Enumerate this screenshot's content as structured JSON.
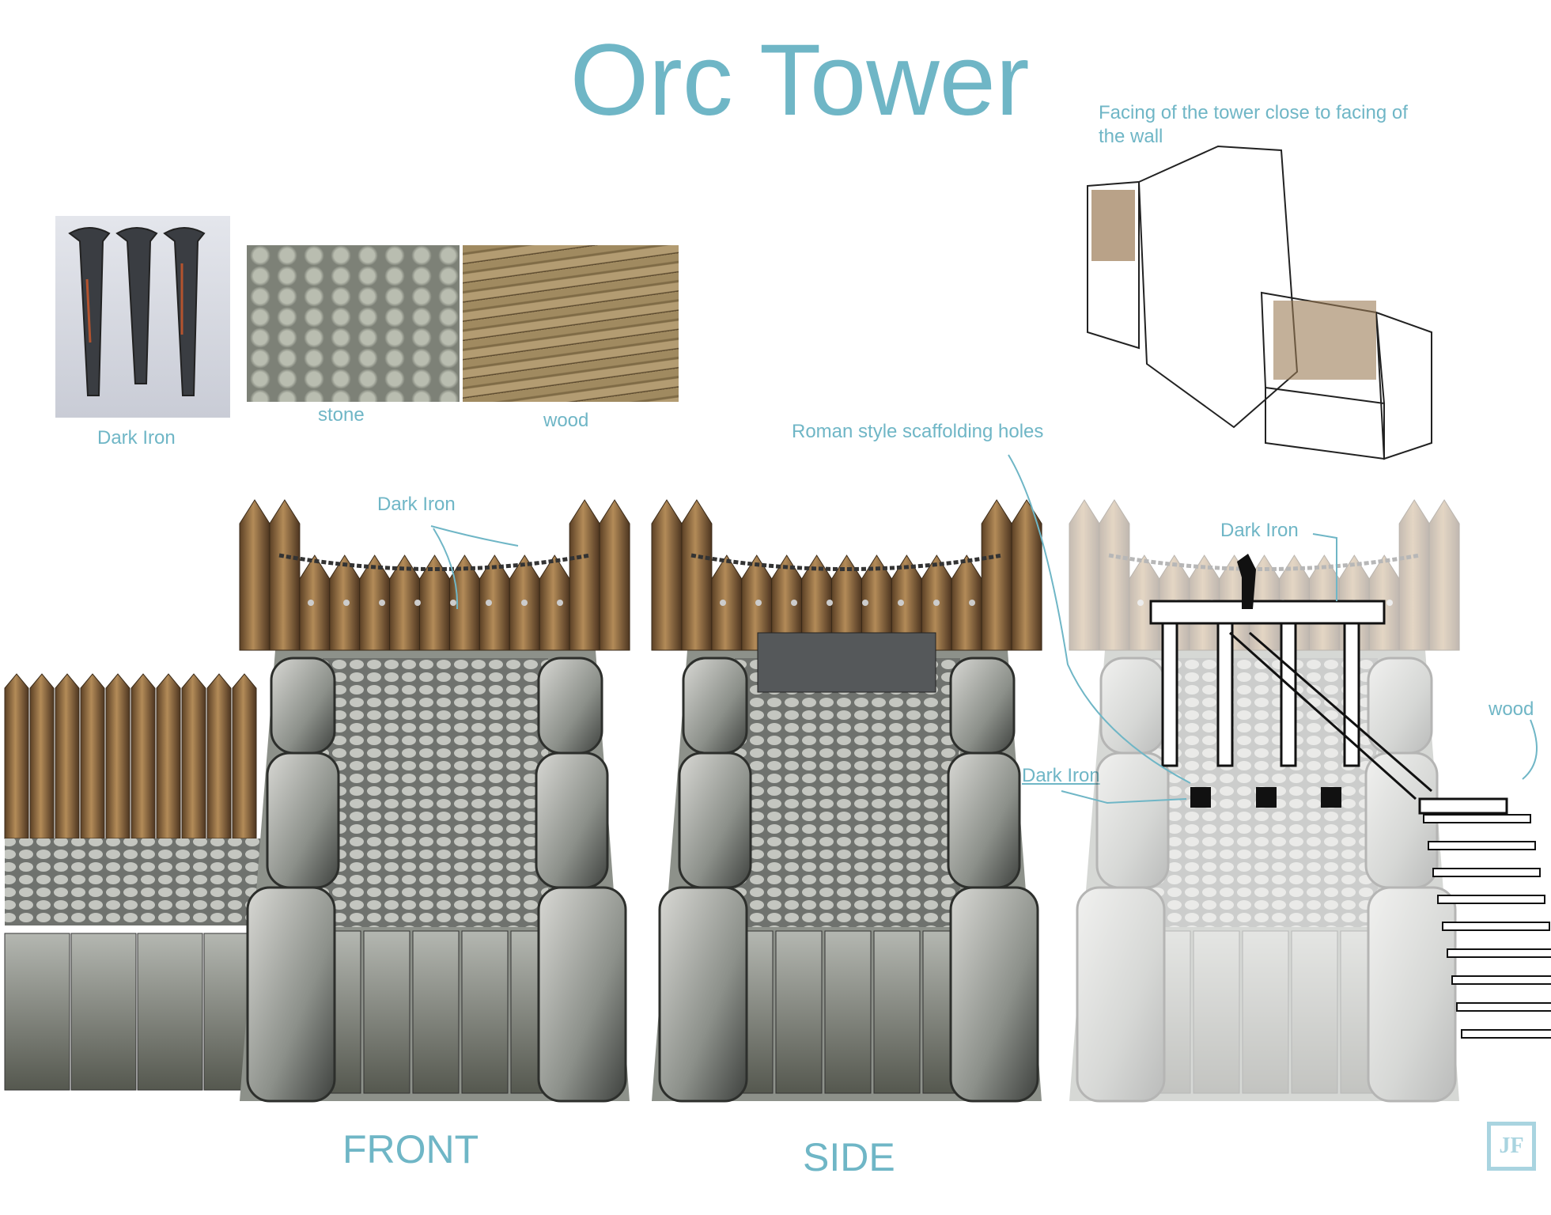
{
  "title": "Orc Tower",
  "materials": [
    {
      "label": "Dark Iron"
    },
    {
      "label": "stone"
    },
    {
      "label": "wood"
    }
  ],
  "sketch_note": "Facing of the tower close to facing of the wall",
  "annotations": {
    "front_dark_iron": "Dark Iron",
    "scaffolding": "Roman style scaffolding holes",
    "detail_dark_iron_top": "Dark Iron",
    "detail_dark_iron_side": "Dark Iron",
    "detail_wood": "wood"
  },
  "views": {
    "front": "FRONT",
    "side": "SIDE"
  },
  "signature": "JF",
  "colors": {
    "accent": "#6fb6c6",
    "wood": "#8a6a3e",
    "stone": "#8d918a",
    "iron": "#2b2b2b"
  }
}
